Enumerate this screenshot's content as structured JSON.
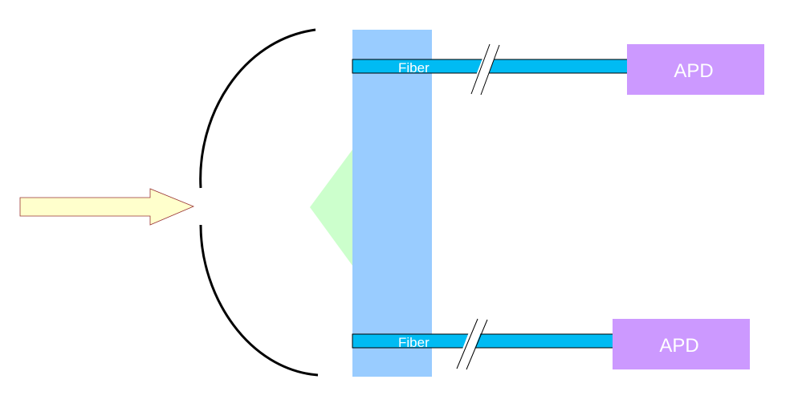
{
  "diagram": {
    "fibers": [
      {
        "label": "Fiber"
      },
      {
        "label": "Fiber"
      }
    ],
    "detectors": [
      {
        "label": "APD"
      },
      {
        "label": "APD"
      }
    ],
    "colors": {
      "arrow_fill": "#FFFFCC",
      "arrow_stroke": "#993333",
      "mirror": "#000000",
      "cone": "#CCFFCC",
      "plate": "#99CCFF",
      "fiber_fill": "#00BBF3",
      "fiber_stroke": "#000000",
      "apd": "#CC99FF",
      "label": "#FFFFFF"
    }
  }
}
